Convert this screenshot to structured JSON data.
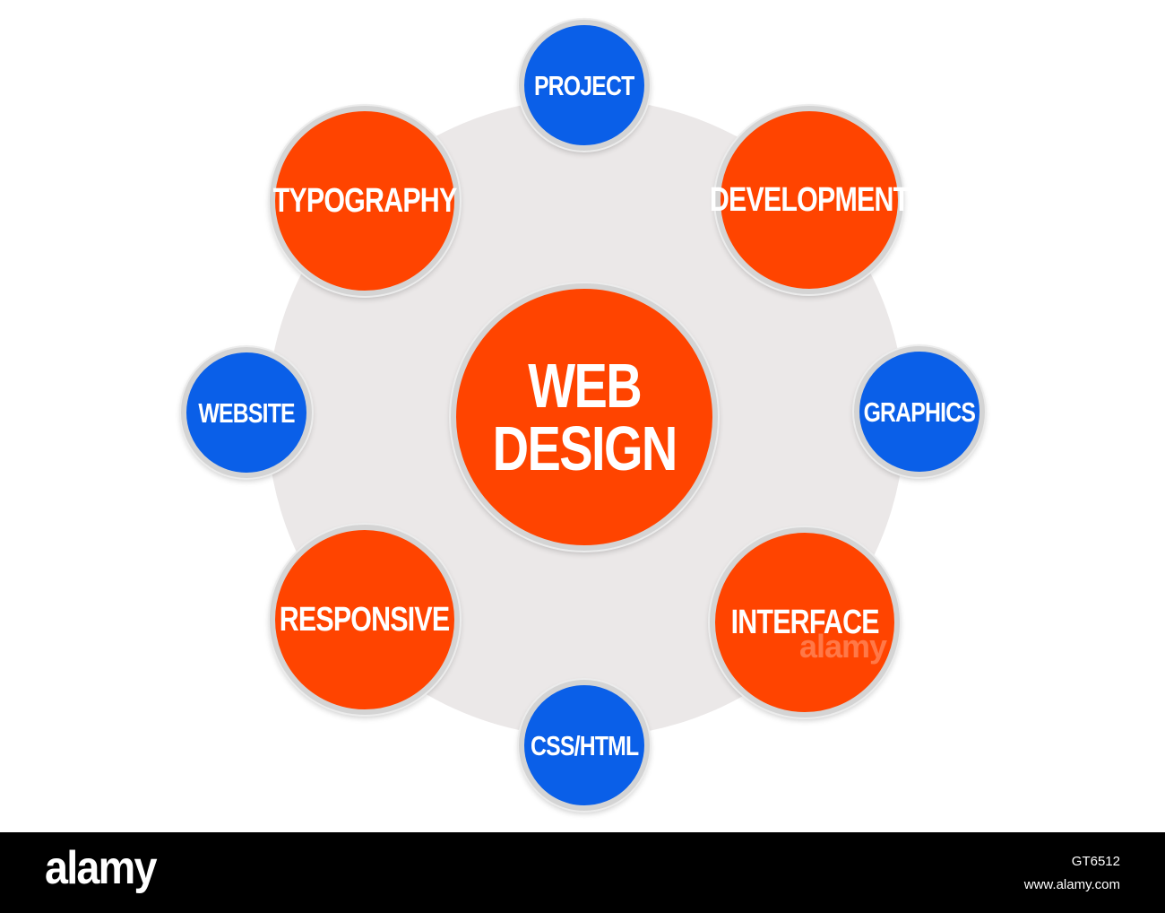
{
  "diagram": {
    "center": {
      "line1": "WEB",
      "line2": "DESIGN"
    },
    "nodes": {
      "project": "PROJECT",
      "typography": "TYPOGRAPHY",
      "development": "DEVELOPMENT",
      "website": "WEBSITE",
      "graphics": "GRAPHICS",
      "responsive": "RESPONSIVE",
      "interface": "INTERFACE",
      "css_html": "CSS/HTML"
    }
  },
  "footer": {
    "logo": "alamy",
    "image_id": "GT6512",
    "url": "www.alamy.com"
  },
  "colors": {
    "orange": "#ff4400",
    "blue": "#0a5fe8",
    "ring": "#ebe8e8",
    "border": "#d4d4d4"
  }
}
